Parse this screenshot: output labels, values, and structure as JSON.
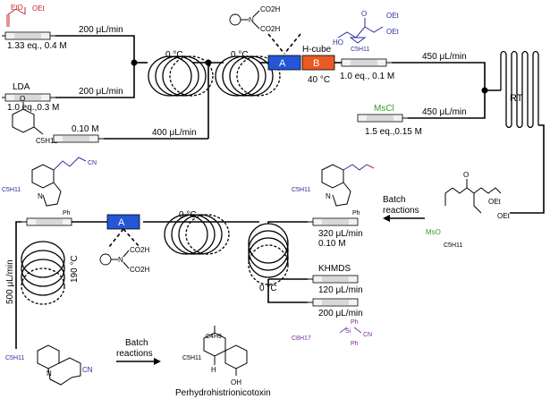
{
  "colors": {
    "reagent_red": "#c0282d",
    "product_blue": "#2a2f9b",
    "mscl_green": "#3a9a2a",
    "module_a": "#2456d6",
    "module_b": "#ea5a24",
    "purple": "#7a2a9a"
  },
  "reagents": {
    "acetal_red": {
      "eto_oet": "EtO",
      "oet": "OEt",
      "conc": "1.33 eq., 0.4 M"
    },
    "lda": {
      "name": "LDA",
      "conc": "1.0 eq.,0.3 M"
    },
    "lactone": {
      "substituent": "C5H11",
      "conc": "0.10 M"
    },
    "ketone_blue": {
      "conc": "1.0 eq., 0.1 M",
      "oet": "OEt",
      "oet2": "OEt",
      "ho": "HO",
      "c5": "C5H11"
    },
    "mscl": {
      "name": "MsCl",
      "conc": "1.5 eq.,0.15 M"
    },
    "khmds": {
      "name": "KHMDS"
    },
    "silyl": {
      "c8": "C8H17",
      "ph1": "Ph",
      "ph2": "Ph",
      "si": "Si",
      "cn": "CN"
    },
    "mesylate": {
      "mso": "MsO",
      "c5": "C5H11",
      "oet": "OEt",
      "oet2": "OEt"
    },
    "aldehyde_blue": {
      "c5": "C5H11",
      "n": "N",
      "ph": "Ph"
    },
    "nitrile_blue": {
      "c5": "C5H11",
      "cn": "CN",
      "ph": "Ph"
    },
    "tricycle_blue": {
      "c5": "C5H11",
      "n": "N",
      "cn": "CN"
    },
    "product_final": {
      "c5": "C5H11",
      "c4": "C4H9",
      "nh": "H",
      "oh": "OH",
      "name": "Perhydrohistrionicotoxin"
    }
  },
  "flow": {
    "rate_top1": "200 μL/min",
    "rate_top2": "200 μL/min",
    "rate_lactone": "400 μL/min",
    "rate_ketone": "450 μL/min",
    "rate_mscl": "450 μL/min",
    "temp_coil1": "0 °C",
    "temp_coil2": "0 °C",
    "hcube_label": "H-cube",
    "hcube_temp": "40 °C",
    "module_a": "A",
    "module_b": "B",
    "rt_label": "RT",
    "batch1": "Batch",
    "batch1b": "reactions",
    "rate_320": "320 μL/min",
    "conc_010": "0.10 M",
    "rate_khmds": "120 μL/min",
    "rate_silyl": "200 μL/min",
    "temp_coil3": "0 °C",
    "temp_coil4": "0 °C",
    "rate_500": "500 μL/min",
    "temp_190": "190 °C",
    "batch2": "Batch",
    "batch2b": "reactions",
    "module_a2": "A",
    "resin_co2h": "CO2H",
    "resin_co2h_b": "CO2H",
    "resin_n": "N",
    "resin2_co2h": "CO2H",
    "resin2_co2h_b": "CO2H",
    "resin2_n": "N"
  }
}
